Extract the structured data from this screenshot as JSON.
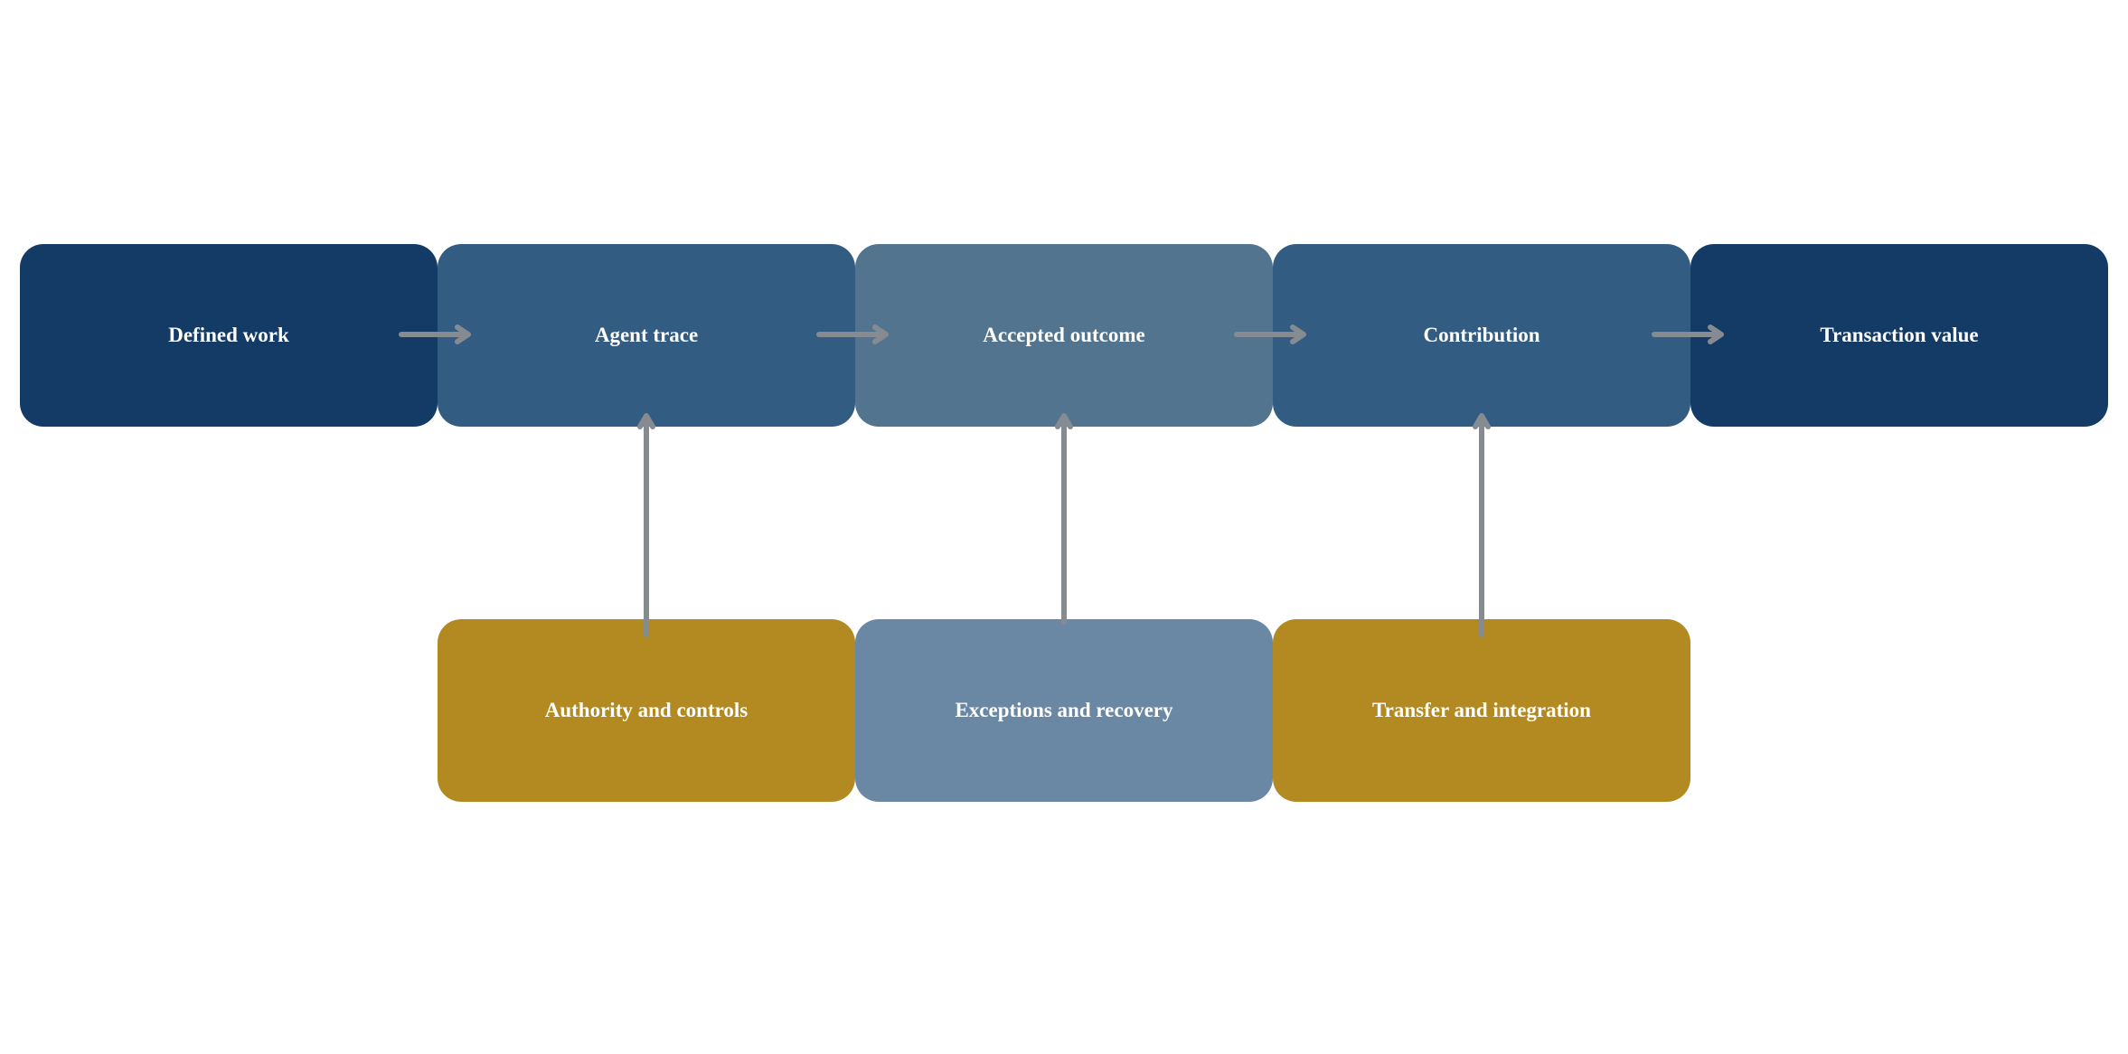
{
  "colors": {
    "dark_navy": "#143a66",
    "mid_blue": "#325c82",
    "light_blue": "#52748f",
    "slate_blue": "#6a88a4",
    "gold": "#b38a21",
    "arrow": "#868b91"
  },
  "flow": [
    {
      "label": "Defined work",
      "color": "dark_navy"
    },
    {
      "label": "Agent trace",
      "color": "mid_blue"
    },
    {
      "label": "Accepted outcome",
      "color": "light_blue"
    },
    {
      "label": "Contribution",
      "color": "mid_blue"
    },
    {
      "label": "Transaction value",
      "color": "dark_navy"
    }
  ],
  "inputs": [
    {
      "label": "Authority and controls",
      "color": "gold",
      "feeds": "Agent trace"
    },
    {
      "label": "Exceptions and recovery",
      "color": "slate_blue",
      "feeds": "Accepted outcome"
    },
    {
      "label": "Transfer and integration",
      "color": "gold",
      "feeds": "Contribution"
    }
  ]
}
